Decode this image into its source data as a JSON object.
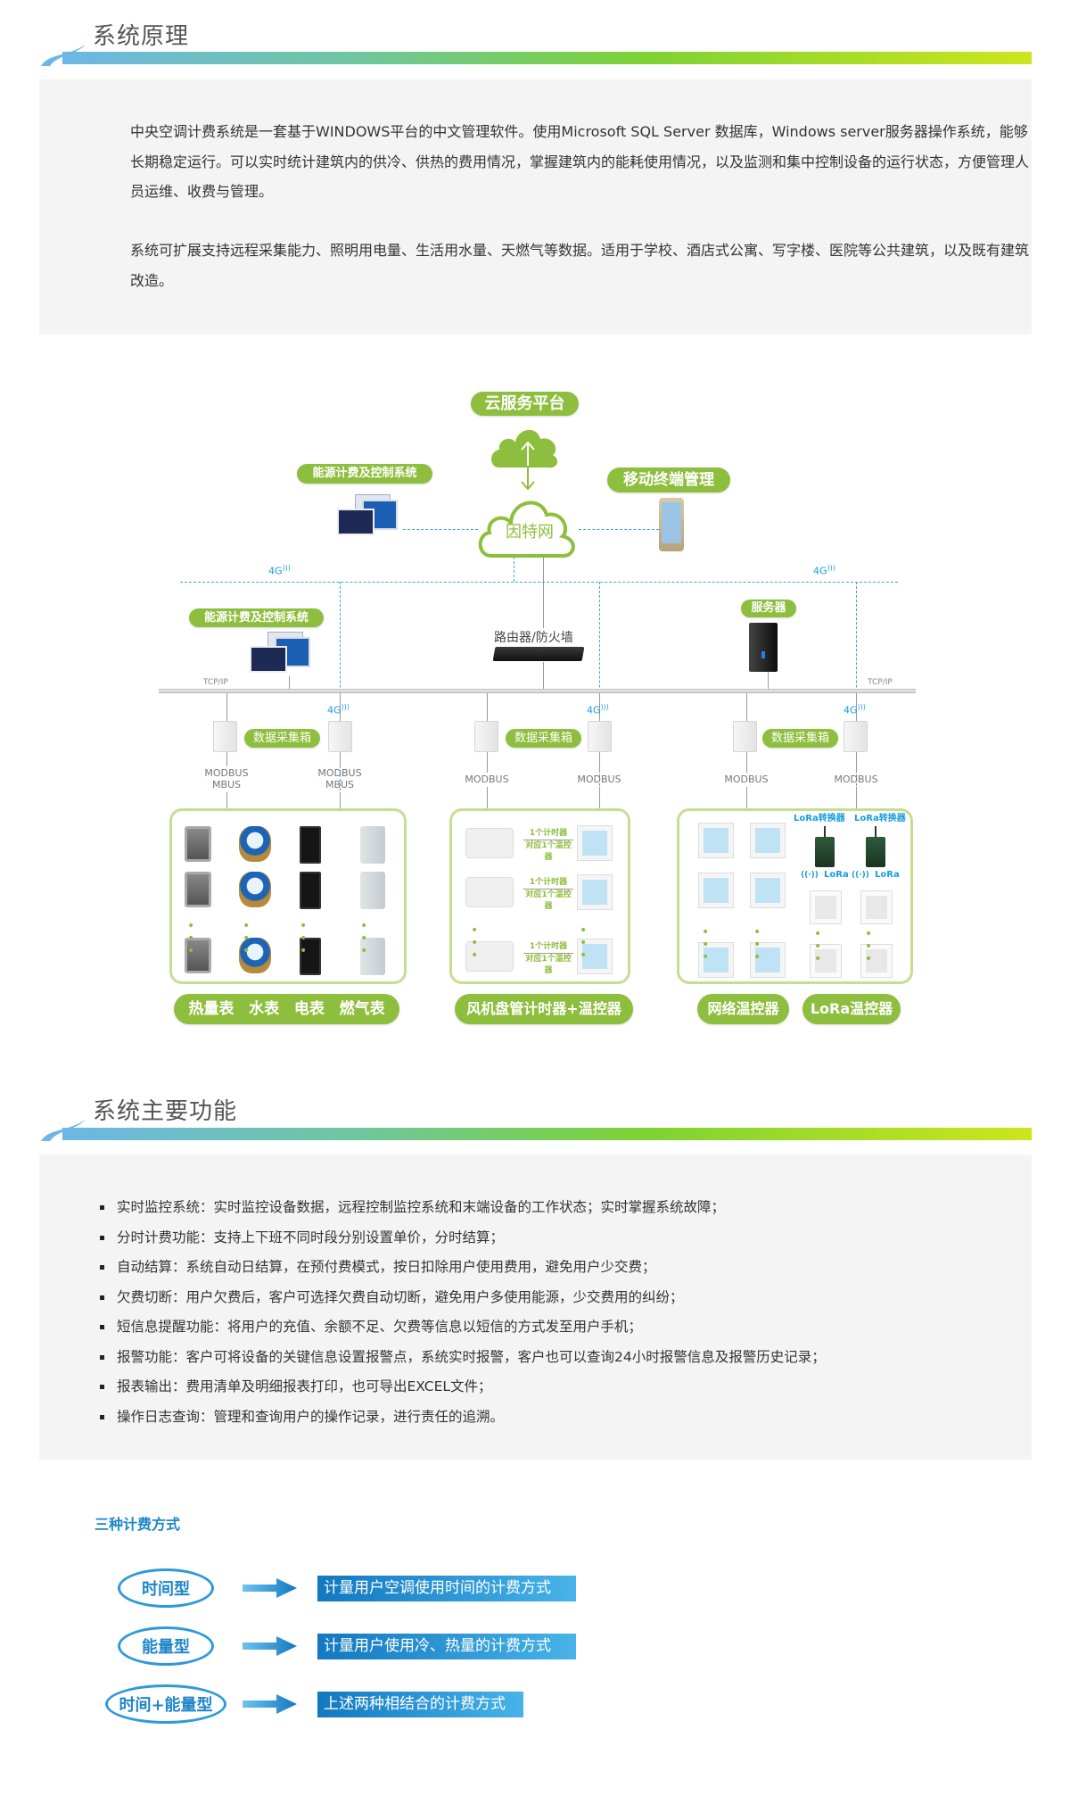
{
  "section1": {
    "title": "系统原理",
    "paragraphs": [
      "中央空调计费系统是一套基于WINDOWS平台的中文管理软件。使用Microsoft SQL Server 数据库，Windows server服务器操作系统，能够长期稳定运行。可以实时统计建筑内的供冷、供热的费用情况，掌握建筑内的能耗使用情况，以及监测和集中控制设备的运行状态，方便管理人员运维、收费与管理。",
      "系统可扩展支持远程采集能力、照明用电量、生活用水量、天燃气等数据。适用于学校、酒店式公寓、写字楼、医院等公共建筑，以及既有建筑改造。"
    ]
  },
  "diagram": {
    "cloud_platform": "云服务平台",
    "internet": "因特网",
    "energy_system_top": "能源计费及控制系统",
    "mobile": "移动终端管理",
    "energy_system_left": "能源计费及控制系统",
    "router": "路由器/防火墙",
    "server": "服务器",
    "tcpip_left": "TCP/IP",
    "tcpip_right": "TCP/IP",
    "g4": "4G",
    "collector": "数据采集箱",
    "modbus_labels": [
      "MODBUS\nMBUS",
      "MODBUS\nMBUS",
      "MODBUS",
      "MODBUS",
      "MODBUS",
      "MODBUS"
    ],
    "timer_line1": "1个计时器",
    "timer_line2": "对应1个温控器",
    "lora_converter": "LoRa转换器",
    "lora": "LoRa",
    "dots": "• • •",
    "group_labels": {
      "heat": "热量表",
      "water": "水表",
      "electric": "电表",
      "gas": "燃气表",
      "fancoil": "风机盘管计时器+温控器",
      "net_thermo": "网络温控器",
      "lora_thermo": "LoRa温控器"
    },
    "colors": {
      "green": "#8dbe3d",
      "blue": "#35a8e0"
    }
  },
  "section2": {
    "title": "系统主要功能",
    "features": [
      "实时监控系统：实时监控设备数据，远程控制监控系统和末端设备的工作状态；实时掌握系统故障；",
      "分时计费功能：支持上下班不同时段分别设置单价，分时结算；",
      "自动结算：系统自动日结算，在预付费模式，按日扣除用户使用费用，避免用户少交费；",
      "欠费切断：用户欠费后，客户可选择欠费自动切断，避免用户多使用能源，少交费用的纠纷；",
      "短信息提醒功能：将用户的充值、余额不足、欠费等信息以短信的方式发至用户手机；",
      "报警功能：客户可将设备的关键信息设置报警点，系统实时报警，客户也可以查询24小时报警信息及报警历史记录；",
      "报表输出：费用清单及明细报表打印，也可导出EXCEL文件；",
      "操作日志查询：管理和查询用户的操作记录，进行责任的追溯。"
    ]
  },
  "billing": {
    "title": "三种计费方式",
    "modes": [
      {
        "name": "时间型",
        "desc": "计量用户空调使用时间的计费方式"
      },
      {
        "name": "能量型",
        "desc": "计量用户使用冷、热量的计费方式"
      },
      {
        "name": "时间+能量型",
        "desc": "上述两种相结合的计费方式"
      }
    ]
  }
}
